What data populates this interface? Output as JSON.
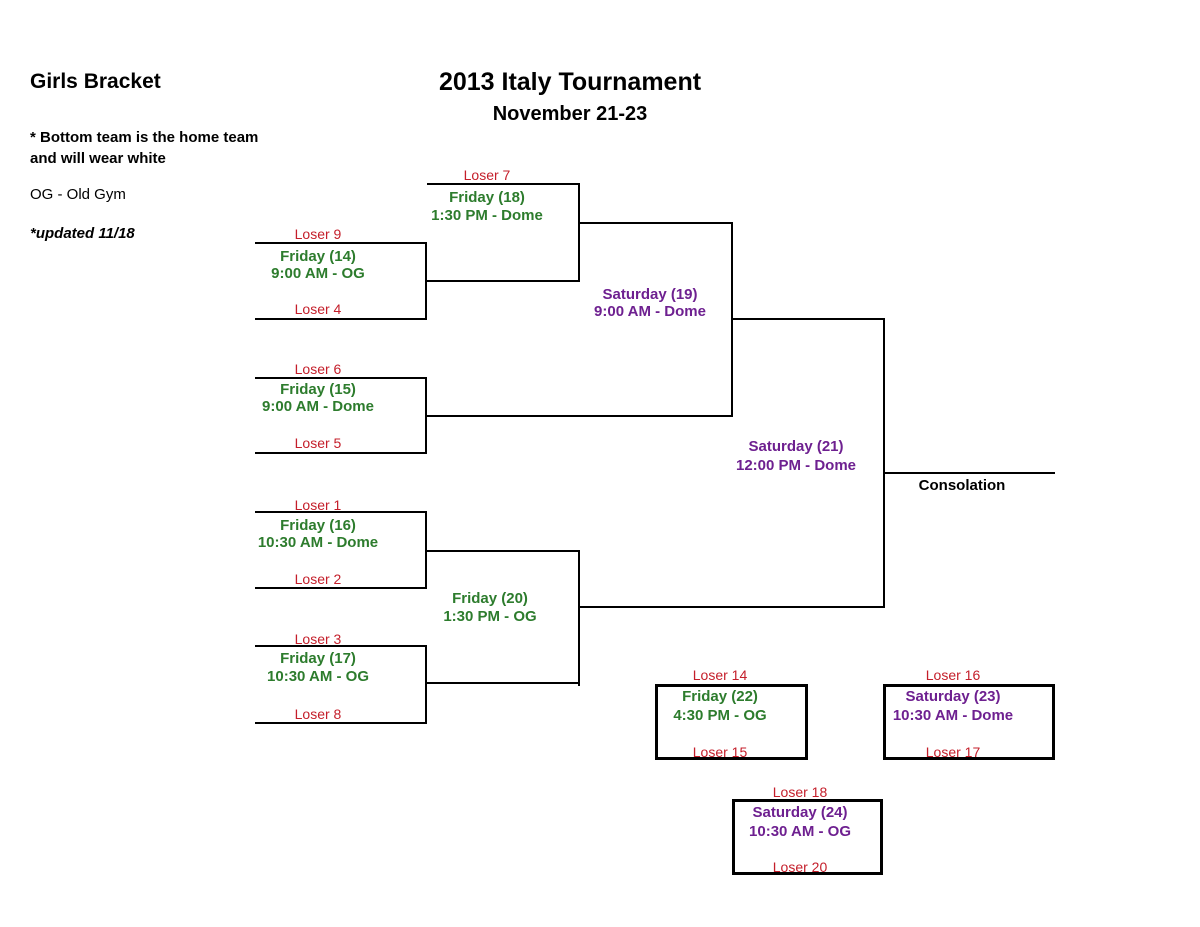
{
  "header": {
    "bracket_label": "Girls Bracket",
    "title": "2013 Italy Tournament",
    "dates": "November 21-23",
    "note_line1": "* Bottom team is the home team",
    "note_line2": "and will wear white",
    "legend": "OG - Old Gym",
    "updated_note": "*updated 11/18"
  },
  "colors": {
    "team": "#c41e2a",
    "friday": "#2d7c2d",
    "saturday": "#6e2090",
    "line": "#000000"
  },
  "bracket": {
    "consolation_label": "Consolation",
    "matches": {
      "m14": {
        "top": "Loser 9",
        "bottom": "Loser 4",
        "day": "Friday (14)",
        "time": "9:00 AM - OG"
      },
      "m15": {
        "top": "Loser 6",
        "bottom": "Loser 5",
        "day": "Friday (15)",
        "time": "9:00 AM - Dome"
      },
      "m16": {
        "top": "Loser 1",
        "bottom": "Loser 2",
        "day": "Friday (16)",
        "time": "10:30 AM - Dome"
      },
      "m17": {
        "top": "Loser 3",
        "bottom": "Loser 8",
        "day": "Friday (17)",
        "time": "10:30 AM - OG"
      },
      "m18": {
        "top": "Loser 7",
        "day": "Friday (18)",
        "time": "1:30 PM - Dome"
      },
      "m19": {
        "day": "Saturday (19)",
        "time": "9:00 AM - Dome"
      },
      "m20": {
        "day": "Friday (20)",
        "time": "1:30 PM - OG"
      },
      "m21": {
        "day": "Saturday (21)",
        "time": "12:00 PM - Dome"
      },
      "m22": {
        "top": "Loser 14",
        "bottom": "Loser 15",
        "day": "Friday (22)",
        "time": "4:30 PM - OG"
      },
      "m23": {
        "top": "Loser 16",
        "bottom": "Loser 17",
        "day": "Saturday (23)",
        "time": "10:30 AM - Dome"
      },
      "m24": {
        "top": "Loser 18",
        "bottom": "Loser 20",
        "day": "Saturday (24)",
        "time": "10:30 AM - OG"
      }
    }
  }
}
